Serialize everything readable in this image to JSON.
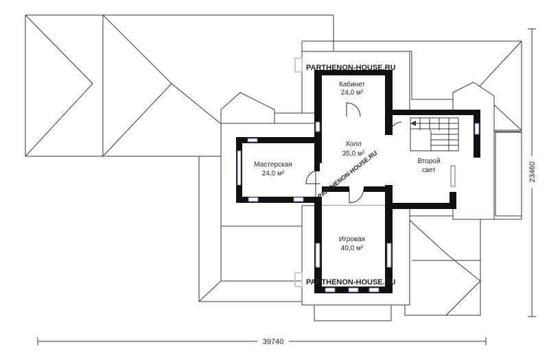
{
  "rooms": [
    {
      "id": "kabinet",
      "name": "Кабинет",
      "area": "24,0 м²"
    },
    {
      "id": "holl",
      "name": "Холл",
      "area": "35,0 м²"
    },
    {
      "id": "masterskaya",
      "name": "Мастерская",
      "area": "24,0 м²"
    },
    {
      "id": "vtoroy",
      "name": "Второй",
      "area": "свет"
    },
    {
      "id": "igrovaya",
      "name": "Игровая",
      "area": "40,0 м²"
    }
  ],
  "dimensions": {
    "width": "39740",
    "height": "23460"
  },
  "watermark": "PARTHENON-HOUSE.RU"
}
